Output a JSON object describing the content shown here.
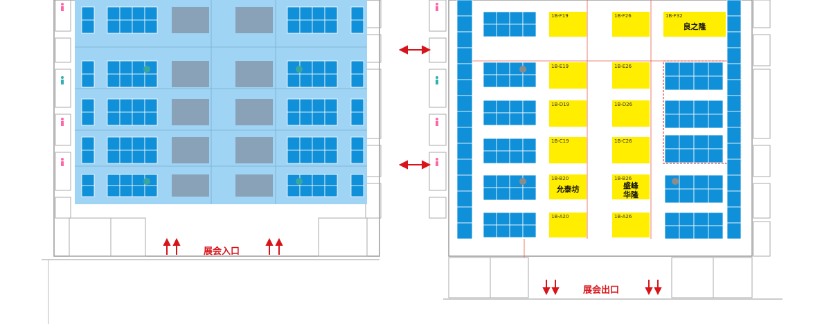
{
  "colors": {
    "hall_left_fill": "#9fd4f5",
    "booth_blue": "#1090d8",
    "booth_yellow": "#ffee00",
    "booth_gray": "#8aa2b8",
    "accent_red": "#d8141b",
    "wall": "#9a9a9a"
  },
  "labels": {
    "entrance": "展会入口",
    "exit": "展会出口"
  },
  "right_hall": {
    "yellow_booths": [
      {
        "id": "1B-F19",
        "name": ""
      },
      {
        "id": "1B-F26",
        "name": ""
      },
      {
        "id": "1B-F32",
        "name": "良之隆"
      },
      {
        "id": "1B-E19",
        "name": ""
      },
      {
        "id": "1B-E26",
        "name": ""
      },
      {
        "id": "1B-D19",
        "name": ""
      },
      {
        "id": "1B-D26",
        "name": ""
      },
      {
        "id": "1B-C19",
        "name": ""
      },
      {
        "id": "1B-C26",
        "name": ""
      },
      {
        "id": "1B-B20",
        "name": "允泰坊"
      },
      {
        "id": "1B-B26",
        "name": "盛峰华隆"
      },
      {
        "id": "1B-A20",
        "name": ""
      },
      {
        "id": "1B-A26",
        "name": ""
      }
    ]
  },
  "icons": [
    "restroom-icon",
    "double-arrow-icon",
    "up-arrow-icon",
    "down-arrow-icon",
    "pillar-icon"
  ]
}
